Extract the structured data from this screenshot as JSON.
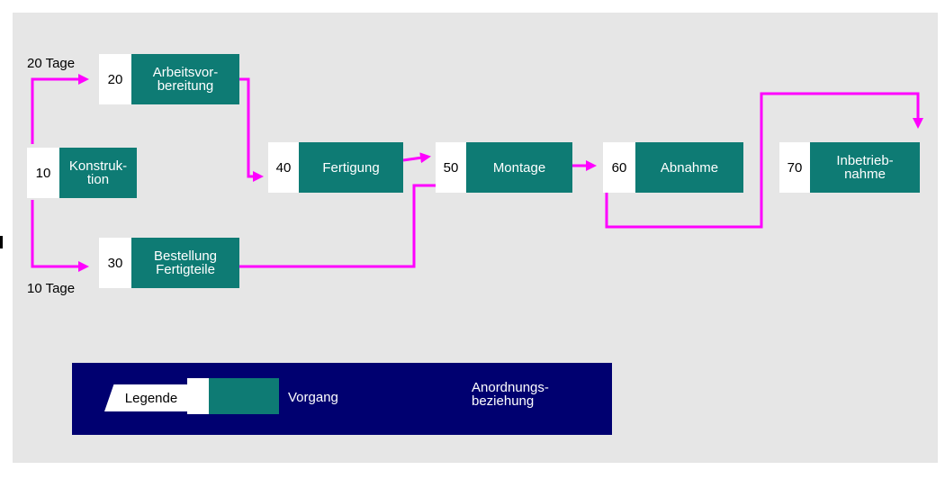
{
  "nodes": [
    {
      "id": "10",
      "label": "Konstruk-\ntion"
    },
    {
      "id": "20",
      "label": "Arbeitsvor-\nbereitung"
    },
    {
      "id": "30",
      "label": "Bestellung\nFertigteile"
    },
    {
      "id": "40",
      "label": "Fertigung"
    },
    {
      "id": "50",
      "label": "Montage"
    },
    {
      "id": "60",
      "label": "Abnahme"
    },
    {
      "id": "70",
      "label": "Inbetrieb-\nnahme"
    }
  ],
  "durations": {
    "top": "20 Tage",
    "bottom": "10 Tage"
  },
  "legend": {
    "title": "Legende",
    "activity_label": "Vorgang",
    "relation_label": "Anordnungs-\nbeziehung"
  },
  "colors": {
    "node_fill": "#0e7b74",
    "arrow": "#ff00ff",
    "legend_bg": "#000070",
    "panel_bg": "#e6e6e6"
  }
}
